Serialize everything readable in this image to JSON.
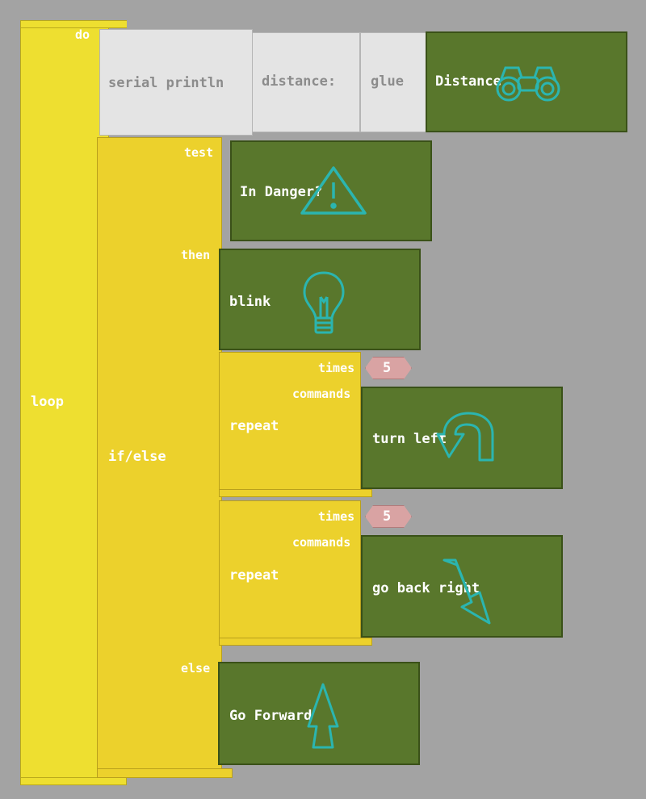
{
  "loop": {
    "label": "loop",
    "do_label": "do"
  },
  "print_row": {
    "serial_label": "serial println",
    "text_label": "distance:",
    "glue_label": "glue",
    "sensor_label": "Distance",
    "sensor_icon": "binoculars-icon"
  },
  "ifelse": {
    "label": "if/else",
    "test_label": "test",
    "then_label": "then",
    "else_label": "else",
    "condition": {
      "label": "In Danger?",
      "icon": "warning-icon"
    }
  },
  "then_blocks": {
    "blink": {
      "label": "blink",
      "icon": "lightbulb-icon"
    },
    "repeats": [
      {
        "label": "repeat",
        "times_label": "times",
        "times_value": "5",
        "commands_label": "commands",
        "action": {
          "label": "turn left",
          "icon": "u-turn-arrow-icon"
        }
      },
      {
        "label": "repeat",
        "times_label": "times",
        "times_value": "5",
        "commands_label": "commands",
        "action": {
          "label": "go back right",
          "icon": "down-right-arrow-icon"
        }
      }
    ]
  },
  "else_block": {
    "label": "Go Forward",
    "icon": "up-arrow-icon"
  },
  "colors": {
    "background": "#a3a3a3",
    "control_yellow": "#eedf30",
    "ifelse_yellow": "#ecd12c",
    "action_green": "#59772c",
    "print_gray": "#e4e4e4",
    "number_pink": "#d9a3a3",
    "icon_teal": "#2bb5b0"
  }
}
